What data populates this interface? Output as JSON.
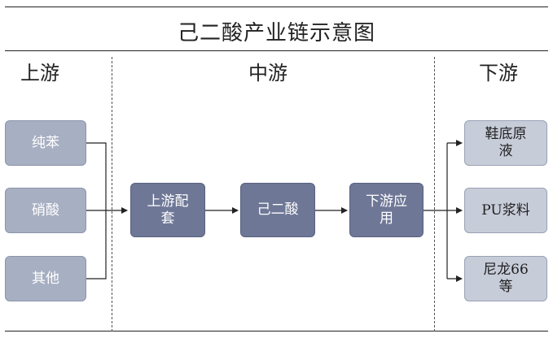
{
  "title": "己二酸产业链示意图",
  "sections": {
    "upstream": "上游",
    "midstream": "中游",
    "downstream": "下游"
  },
  "upstream_items": [
    "纯苯",
    "硝酸",
    "其他"
  ],
  "midstream_items": [
    "上游配套",
    "己二酸",
    "下游应用"
  ],
  "downstream_items": [
    "鞋底原液",
    "PU浆料",
    "尼龙66等"
  ],
  "colors": {
    "upstream_box": "#a7afc2",
    "midstream_box": "#6e7796",
    "downstream_box": "#c7ccd9"
  }
}
